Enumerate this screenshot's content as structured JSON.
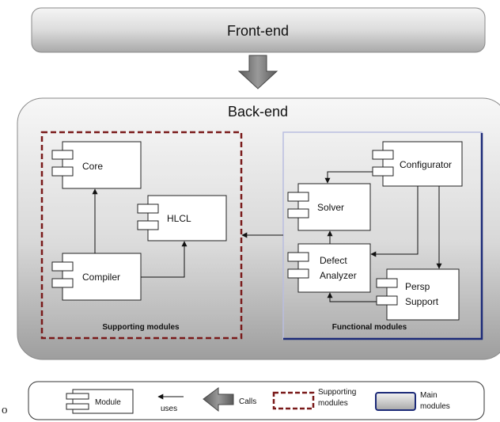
{
  "frontend": {
    "label": "Front-end"
  },
  "backend": {
    "label": "Back-end"
  },
  "groups": {
    "supporting": {
      "label": "Supporting modules"
    },
    "functional": {
      "label": "Functional modules"
    }
  },
  "modules": {
    "core": "Core",
    "hlcl": "HLCL",
    "compiler": "Compiler",
    "configurator": "Configurator",
    "solver": "Solver",
    "defect_line1": "Defect",
    "defect_line2": "Analyzer",
    "persp_line1": "Persp",
    "persp_line2": "Support"
  },
  "legend": {
    "module": "Module",
    "uses": "uses",
    "calls": "Calls",
    "supporting_line1": "Supporting",
    "supporting_line2": "modules",
    "main_line1": "Main",
    "main_line2": "modules"
  },
  "stray_char": "o",
  "colors": {
    "supporting_border": "#7a1a1a",
    "functional_border": "#1c2a78",
    "bar_gray": "#bdbdbd"
  }
}
